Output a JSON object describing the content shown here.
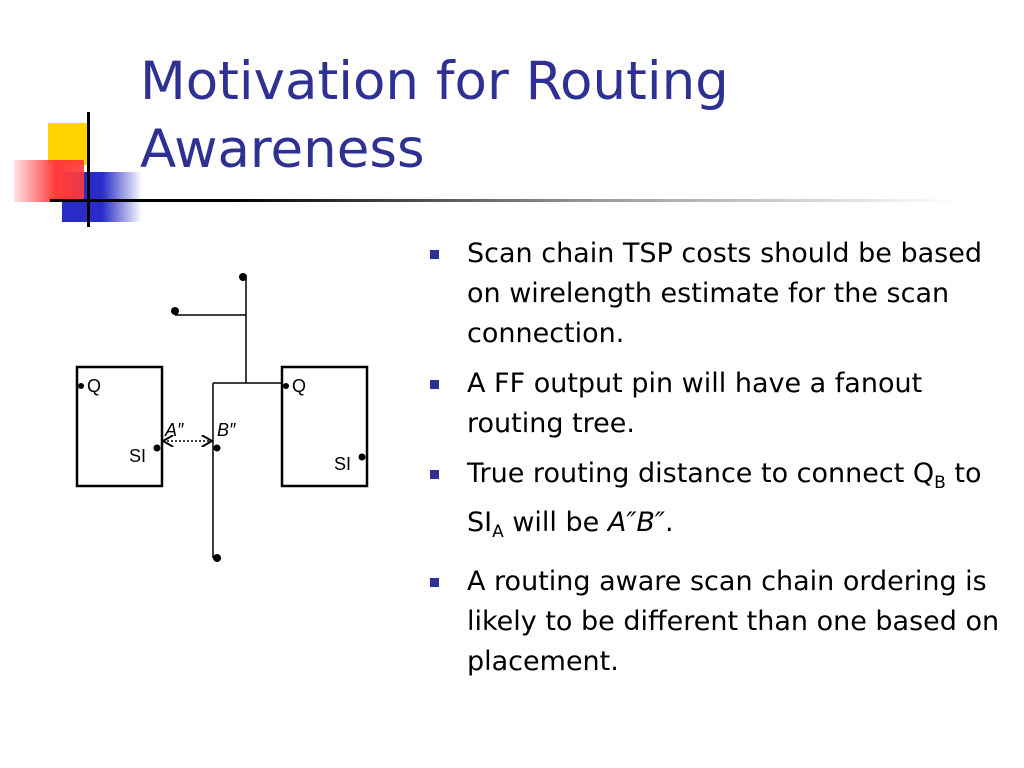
{
  "slide": {
    "title_line1": "Motivation for Routing",
    "title_line2": "Awareness"
  },
  "diagram": {
    "ff_left": {
      "q_label": "Q",
      "si_label": "SI"
    },
    "ff_right": {
      "q_label": "Q",
      "si_label": "SI"
    },
    "point_a_label": "A″",
    "point_b_label": "B″"
  },
  "bullets": [
    {
      "text": "Scan chain TSP costs should be based on wirelength estimate for the scan connection."
    },
    {
      "text": "A FF output pin will have a fanout routing tree."
    },
    {
      "p1": "True routing distance to connect ",
      "q": "Q",
      "q_sub": "B",
      "p2": " to ",
      "si": "SI",
      "si_sub": "A",
      "p3": " will be ",
      "ab": "A″B″",
      "p4": "."
    },
    {
      "text": "A routing aware scan chain ordering is likely to be different than one based on placement."
    }
  ],
  "colors": {
    "title": "#2e3192",
    "bullet_marker": "#2e3192",
    "logo_yellow": "#ffd200",
    "logo_red": "#ff3a3a",
    "logo_blue": "#2a2cc8"
  }
}
